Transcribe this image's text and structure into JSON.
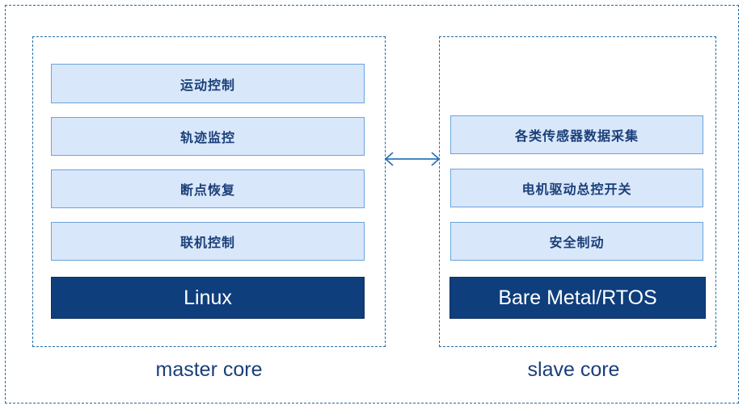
{
  "master": {
    "label": "master core",
    "functions": [
      "运动控制",
      "轨迹监控",
      "断点恢复",
      "联机控制"
    ],
    "os": "Linux"
  },
  "slave": {
    "label": "slave core",
    "functions": [
      "各类传感器数据采集",
      "电机驱动总控开关",
      "安全制动"
    ],
    "os": "Bare Metal/RTOS"
  },
  "colors": {
    "frame_dash": "#1f6aa5",
    "function_fill": "#d9e7fb",
    "function_border": "#6aa4dc",
    "os_fill": "#0f3e7c",
    "text_dark": "#1a3f78",
    "arrow": "#2b74b8"
  }
}
